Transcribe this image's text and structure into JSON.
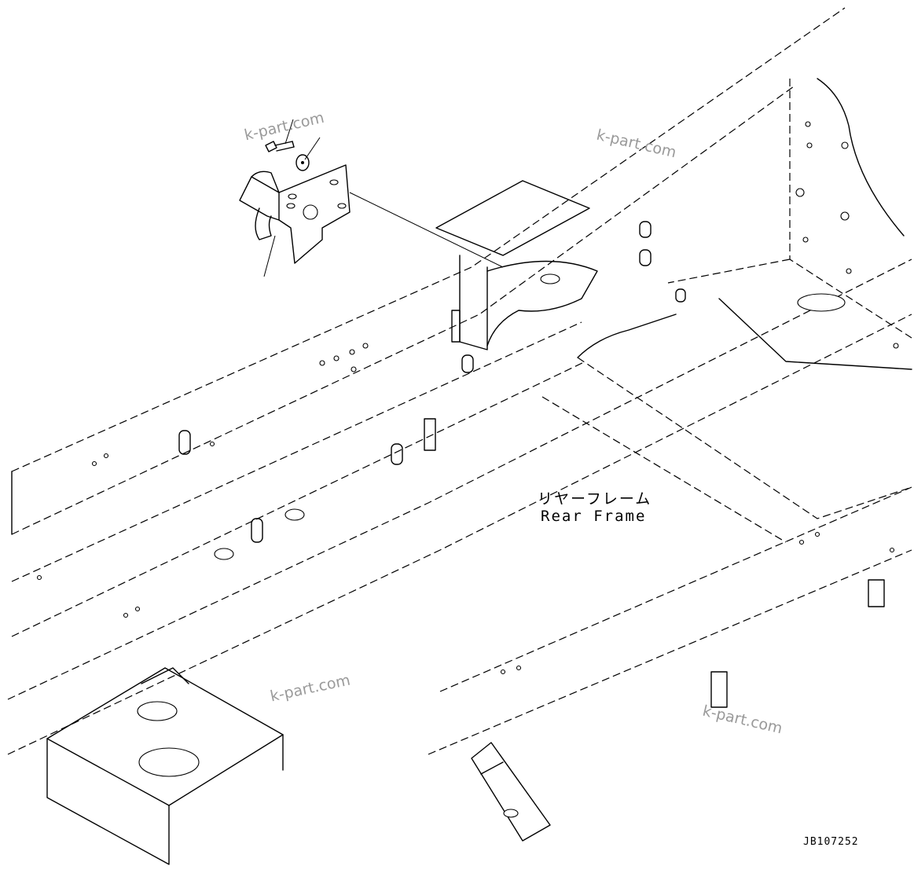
{
  "labels": {
    "part_name_ja": "リヤーフレーム",
    "part_name_en": "Rear Frame",
    "drawing_number": "JB107252"
  },
  "watermarks": [
    "k-part.com",
    "k-part.com",
    "k-part.com",
    "k-part.com"
  ]
}
